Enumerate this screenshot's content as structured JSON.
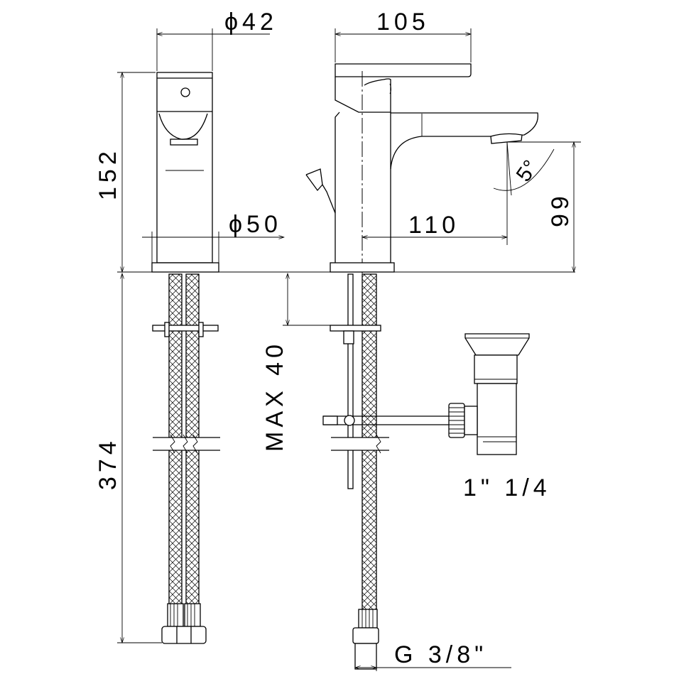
{
  "dimensions": {
    "top_diameter": "ϕ42",
    "lever_length": "105",
    "body_height": "152",
    "base_diameter": "ϕ50",
    "spout_angle": "5°",
    "spout_height": "99",
    "spout_reach": "110",
    "max_thickness": "MAX 40",
    "hose_length": "374",
    "drain_size": "1\"  1/4",
    "connection": "G 3/8\""
  },
  "colors": {
    "line": "#000000",
    "background": "#ffffff"
  }
}
